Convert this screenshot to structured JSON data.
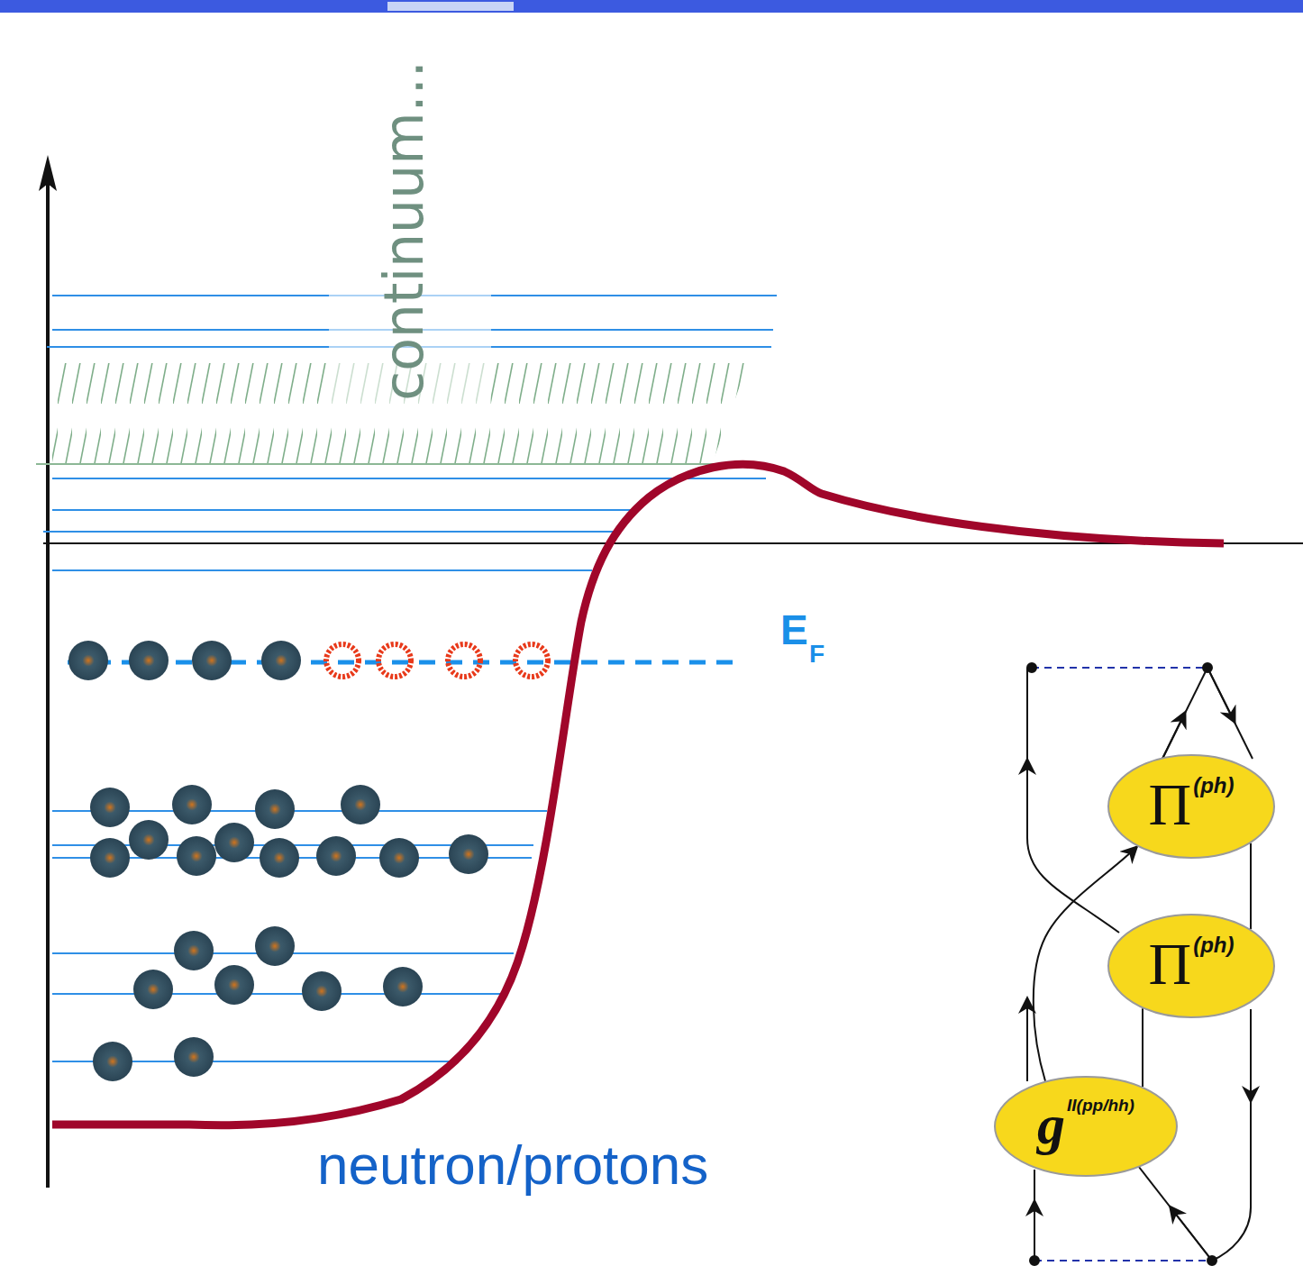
{
  "diagram": {
    "nodes": [
      {
        "text": [
          "Π",
          "(ph)"
        ]
      },
      {
        "text": [
          "Π",
          "(ph)"
        ]
      },
      {
        "text": [
          "g",
          "II(pp/hh)"
        ]
      }
    ],
    "edges": [
      {
        "from": 2,
        "to": 0,
        "arrow": "to"
      },
      {
        "from": 2,
        "to": 1,
        "arrow": "none"
      },
      {
        "from": 1,
        "to": 0,
        "arrow": "none"
      }
    ],
    "labels": [
      "continuum...",
      "E",
      "F",
      "neutron/protons"
    ]
  }
}
